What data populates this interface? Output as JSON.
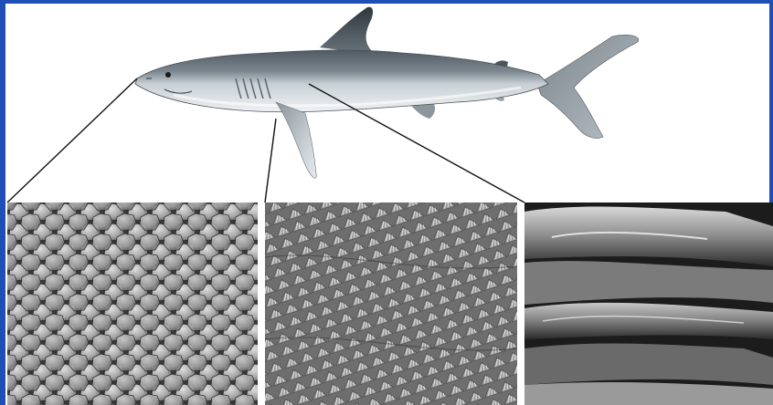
{
  "figure": {
    "subject_icon": "shark-illustration-icon",
    "panels": [
      {
        "id": "snout",
        "icon": "dermal-denticles-micrograph-icon"
      },
      {
        "id": "pectoral",
        "icon": "ridged-denticles-micrograph-icon"
      },
      {
        "id": "flank",
        "icon": "denticle-closeup-micrograph-icon"
      }
    ],
    "colors": {
      "frame": "#1f4fb4",
      "shark_dorsal": "#5d6870",
      "shark_belly": "#e9edf0",
      "leader_lines": "#111111"
    }
  }
}
